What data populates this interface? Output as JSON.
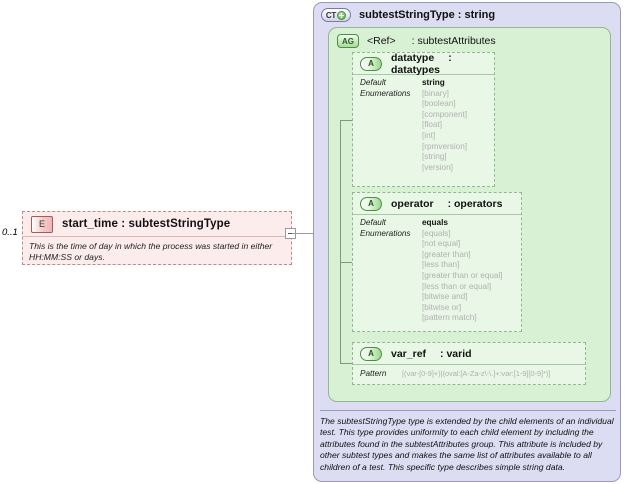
{
  "element": {
    "icon": "element-icon-E",
    "icon_label": "E",
    "title": "start_time : subtestStringType",
    "occurs": "0..1",
    "description": "This is the time of day in which the process was started in either HH:MM:SS or days."
  },
  "complex_type": {
    "icon": "complextype-icon-CT-plus",
    "icon_label": "CT",
    "title": "subtestStringType : string",
    "documentation": "The subtestStringType type is extended by the child elements of an individual test.  This type provides uniformity to each child element by including the attributes found in the subtestAttributes group.  This attribute is included by other subtest types and makes the same list of attributes available to all children of a test.  This specific type describes simple string data."
  },
  "attribute_group": {
    "icon": "attributegroup-icon-AG",
    "icon_label": "AG",
    "ref_label": "<Ref>",
    "title": ": subtestAttributes"
  },
  "attributes": [
    {
      "icon_label": "A",
      "name": "datatype",
      "type": ": datatypes",
      "facets": [
        "Default",
        "Enumerations"
      ],
      "default": "string",
      "enumerations": [
        "[binary]",
        "[boolean]",
        "[component]",
        "[float]",
        "[int]",
        "[rpmversion]",
        "[string]",
        "[version]"
      ]
    },
    {
      "icon_label": "A",
      "name": "operator",
      "type": ": operators",
      "facets": [
        "Default",
        "Enumerations"
      ],
      "default": "equals",
      "enumerations": [
        "[equals]",
        "[not equal]",
        "[greater than]",
        "[less than]",
        "[greater than or equal]",
        "[less than or equal]",
        "[bitwise and]",
        "[bitwise or]",
        "[pattern match]"
      ]
    },
    {
      "icon_label": "A",
      "name": "var_ref",
      "type": ": varid",
      "facets": [
        "Pattern"
      ],
      "pattern": "[(var-[0-9]+)|(oval:[A-Za-z\\-\\.]+:var:[1-9][0-9]*)]"
    }
  ],
  "colors": {
    "element_fill": "#fdecec",
    "element_border": "#c08a8a",
    "complextype_fill": "#dcdcf2",
    "complextype_border": "#9a9ab8",
    "attrgroup_fill": "#d8f0d4",
    "attrgroup_border": "#8fb98f",
    "attr_fill": "#e9f8e6",
    "enumeration_text": "#b0b0b0"
  }
}
